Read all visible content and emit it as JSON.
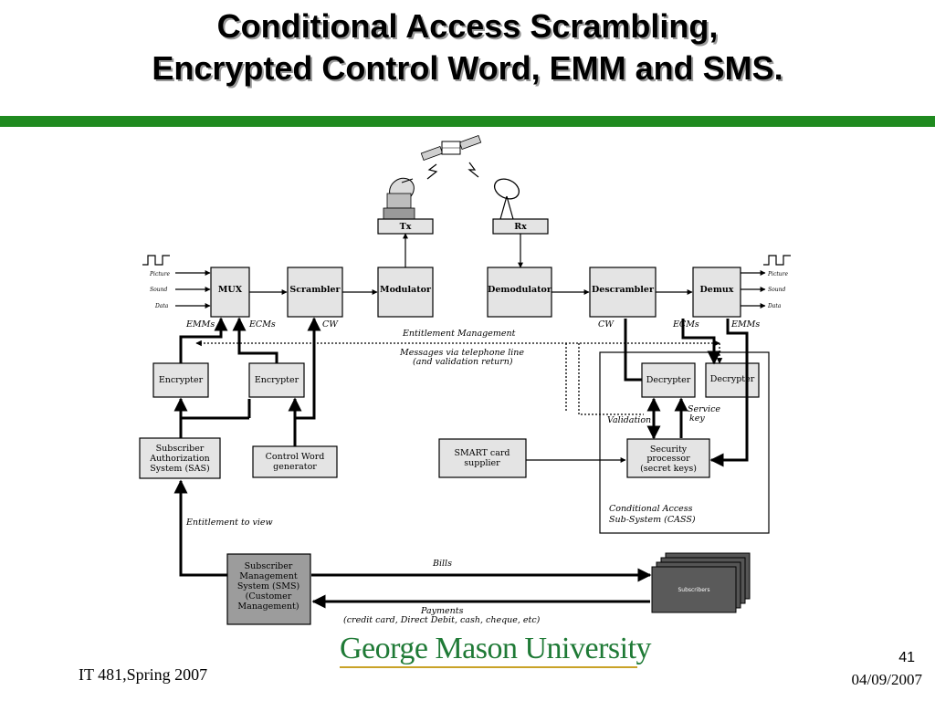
{
  "slide": {
    "title_line1": "Conditional Access Scrambling,",
    "title_line2": "Encrypted Control Word, EMM and SMS.",
    "footer_left": "IT 481,Spring 2007",
    "page_number": "41",
    "date": "04/09/2007",
    "logo_text": "George Mason University",
    "colors": {
      "accent_bar": "#1f8a1f",
      "logo_green": "#1f7a36",
      "box_fill": "#e4e4e4",
      "sms_fill": "#9c9c9c"
    }
  },
  "diagram": {
    "tx": "Tx",
    "rx": "Rx",
    "mux": "MUX",
    "scrambler": "Scrambler",
    "modulator": "Modulator",
    "demodulator": "Demodulator",
    "descrambler": "Descrambler",
    "demux": "Demux",
    "inputs": {
      "picture": "Picture",
      "sound": "Sound",
      "data": "Data"
    },
    "outputs": {
      "picture": "Picture",
      "sound": "Sound",
      "data": "Data"
    },
    "left_labels": {
      "emms": "EMMs",
      "ecms": "ECMs",
      "cw": "CW"
    },
    "right_labels": {
      "cw": "CW",
      "ecms": "ECMs",
      "emms": "EMMs"
    },
    "encrypter1": "Encrypter",
    "encrypter2": "Encrypter",
    "sas": [
      "Subscriber",
      "Authorization",
      "System (SAS)"
    ],
    "cw_generator": [
      "Control Word",
      "generator"
    ],
    "smart_card": [
      "SMART card",
      "supplier"
    ],
    "decrypter1": "Decrypter",
    "decrypter2": "Decrypter",
    "security_processor": [
      "Security",
      "processor",
      "(secret keys)"
    ],
    "service_key": [
      "Service",
      "key"
    ],
    "validation": "Validation",
    "entitlement_mgmt": "Entitlement Management",
    "messages_via": [
      "Messages via telephone line",
      "(and validation return)"
    ],
    "cass": [
      "Conditional Access",
      "Sub-System (CASS)"
    ],
    "entitlement_view": "Entitlement to view",
    "sms": [
      "Subscriber",
      "Management",
      "System (SMS)",
      "(Customer",
      "Management)"
    ],
    "bills": "Bills",
    "payments": [
      "Payments",
      "(credit card, Direct Debit, cash, cheque, etc)"
    ],
    "subscribers": "Subscribers"
  }
}
